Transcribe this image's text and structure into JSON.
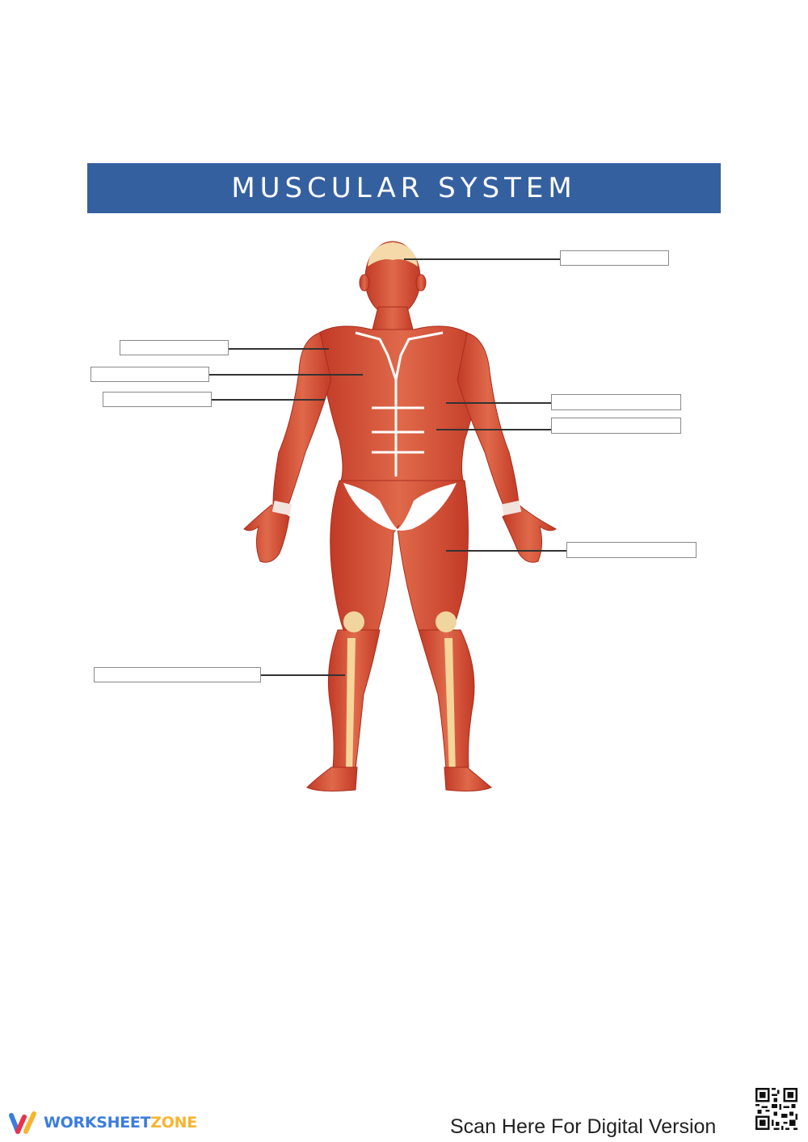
{
  "header": {
    "title": "MUSCULAR SYSTEM",
    "background_color": "#3560a0",
    "text_color": "#ffffff"
  },
  "diagram": {
    "subject": "front view human muscular system illustration",
    "muscle_color": "#d4452f",
    "tendon_color": "#f7d59a",
    "label_boxes": [
      {
        "id": "head-frontalis",
        "side": "right",
        "value": ""
      },
      {
        "id": "shoulder-deltoid",
        "side": "left",
        "value": ""
      },
      {
        "id": "chest-pectoralis",
        "side": "left",
        "value": ""
      },
      {
        "id": "upper-arm-biceps",
        "side": "left",
        "value": ""
      },
      {
        "id": "side-serratus",
        "side": "right",
        "value": ""
      },
      {
        "id": "abdomen-oblique",
        "side": "right",
        "value": ""
      },
      {
        "id": "thigh-quadriceps",
        "side": "right",
        "value": ""
      },
      {
        "id": "lower-leg-tibialis",
        "side": "left",
        "value": ""
      }
    ]
  },
  "footer": {
    "brand_part1": "WORKSHEET",
    "brand_part2": "ZONE",
    "brand_color1": "#3b7ddd",
    "brand_color2": "#f5b531",
    "scan_text": "Scan Here For Digital Version",
    "qr_icon": "qr-code-icon"
  }
}
